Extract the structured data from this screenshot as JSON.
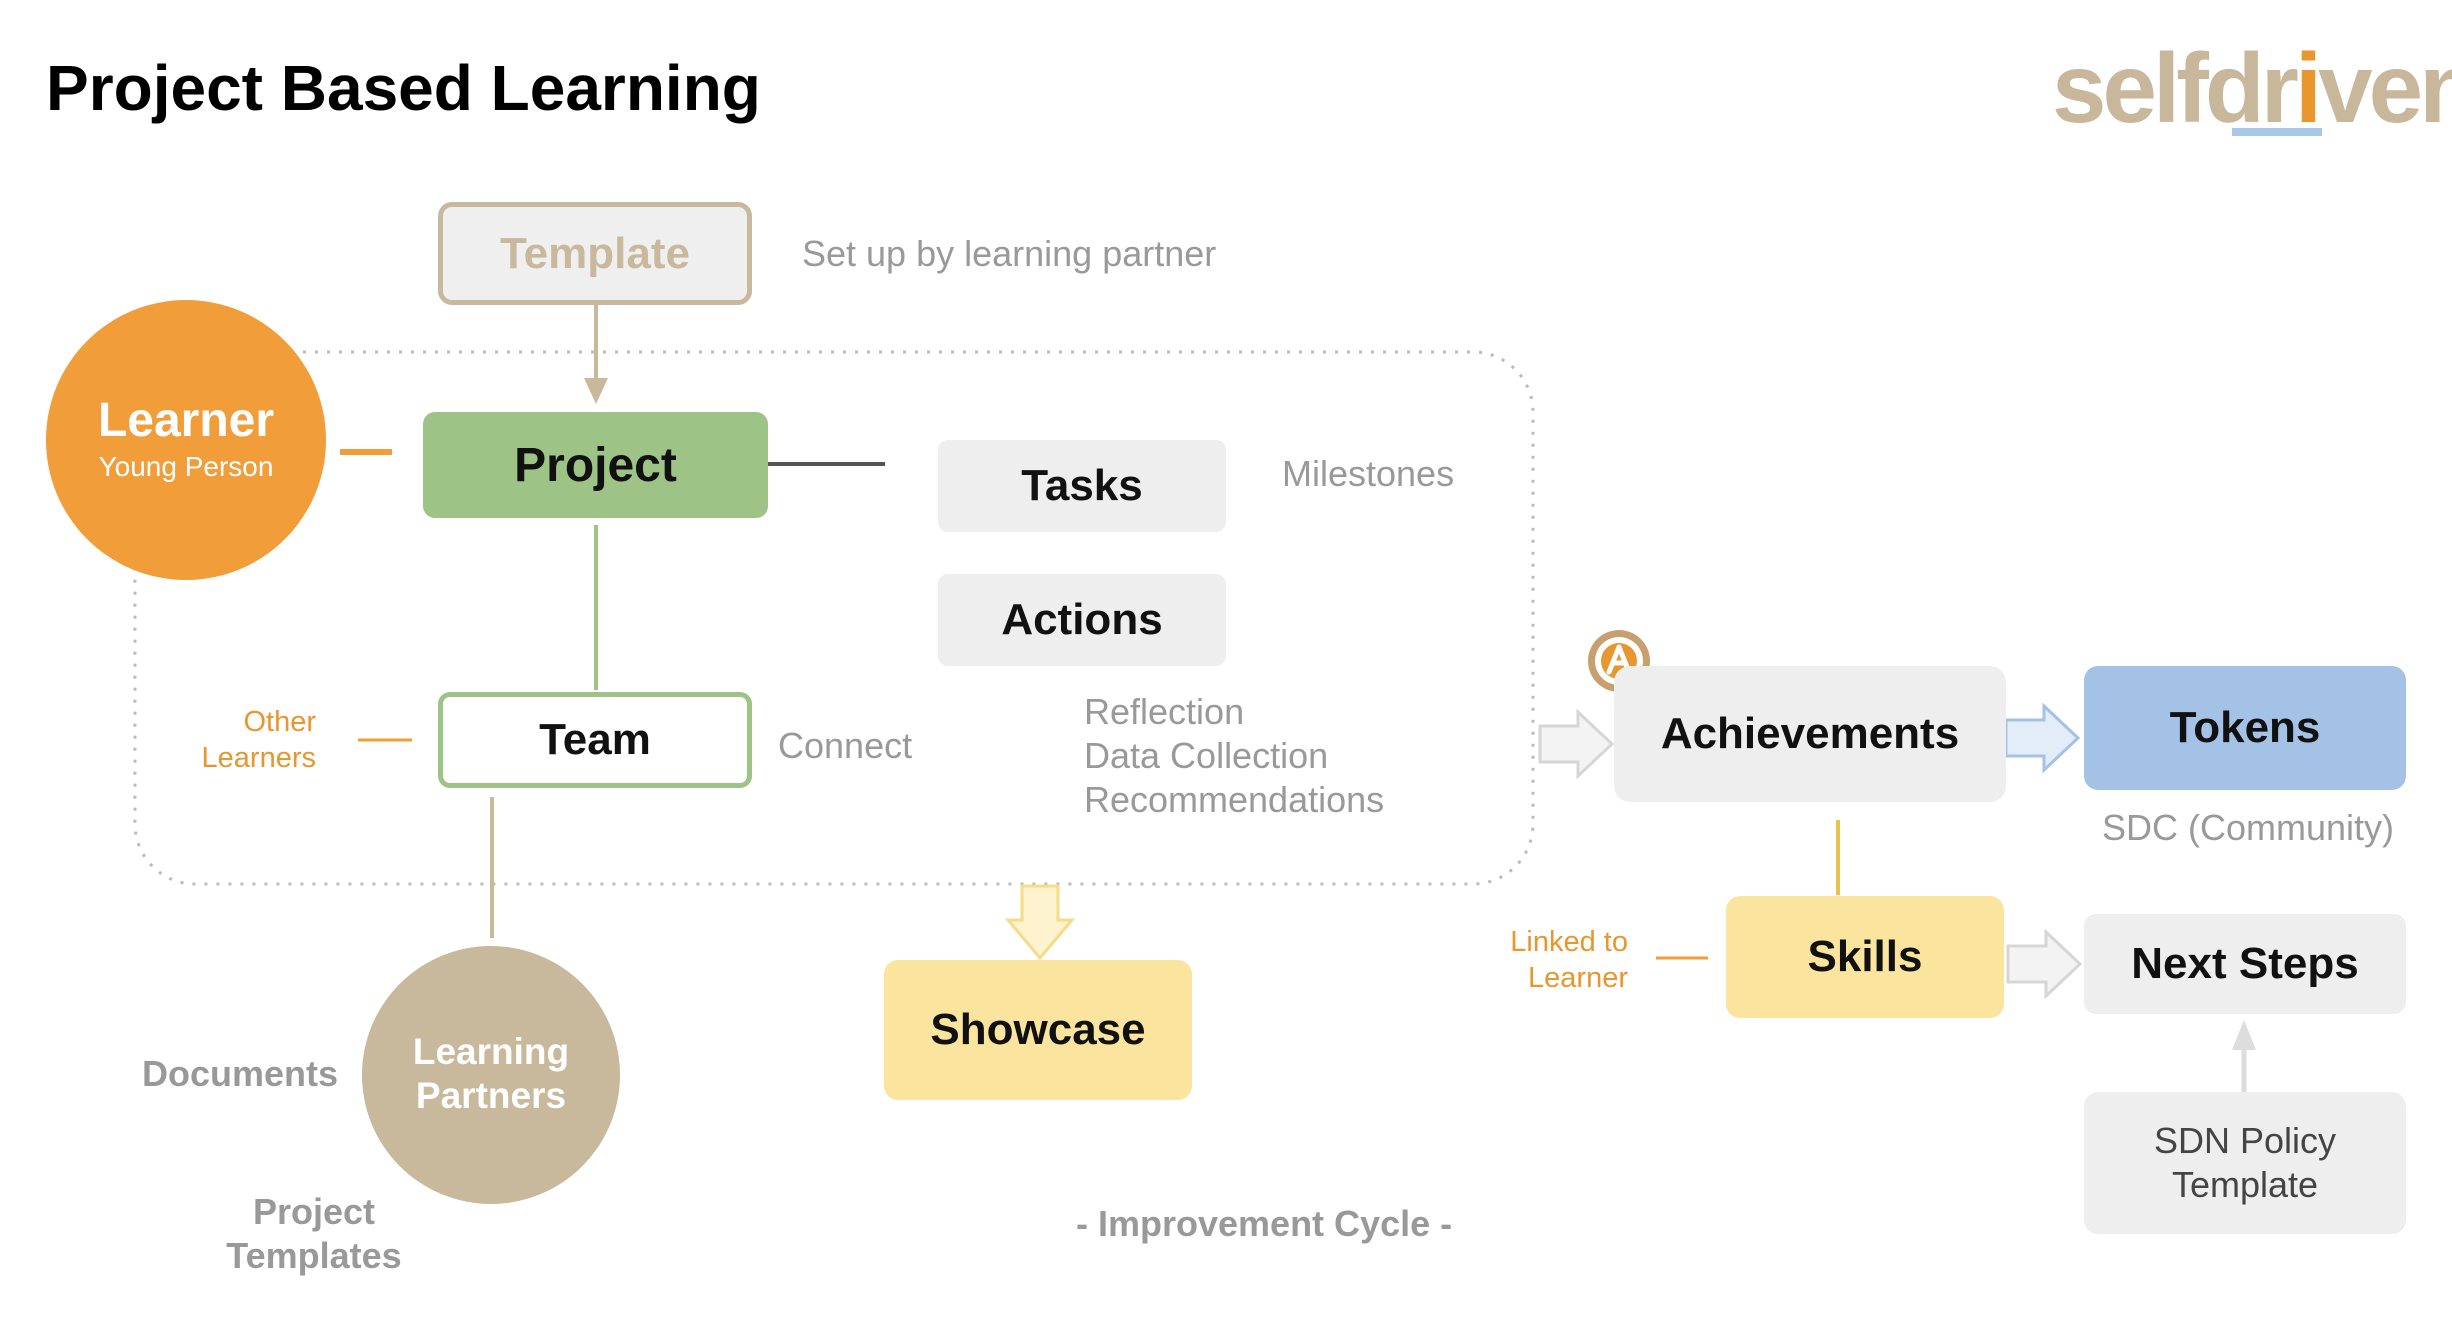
{
  "title": "Project Based Learning",
  "logo": {
    "text_left": "selfdr",
    "text_i": "i",
    "text_right": "ven",
    "color": "#c9b79c",
    "accent": "#e8962e",
    "underline": "#a8c8e8"
  },
  "template": {
    "label": "Template",
    "note": "Set up by learning partner"
  },
  "learner": {
    "title": "Learner",
    "subtitle": "Young Person"
  },
  "project": {
    "label": "Project"
  },
  "tasks": {
    "label": "Tasks",
    "note": "Milestones"
  },
  "actions": {
    "label": "Actions"
  },
  "team": {
    "label": "Team",
    "note": "Connect",
    "side_note_line1": "Other",
    "side_note_line2": "Learners"
  },
  "reflection": {
    "line1": "Reflection",
    "line2": "Data Collection",
    "line3": "Recommendations"
  },
  "learning_partners": {
    "line1": "Learning",
    "line2": "Partners",
    "documents": "Documents",
    "templates_line1": "Project",
    "templates_line2": "Templates"
  },
  "showcase": {
    "label": "Showcase"
  },
  "improvement_cycle": "- Improvement Cycle -",
  "achievements": {
    "label": "Achievements",
    "badge_icon": "achievement-badge-icon"
  },
  "tokens": {
    "label": "Tokens",
    "note": "SDC (Community)"
  },
  "skills": {
    "label": "Skills",
    "side_note_line1": "Linked to",
    "side_note_line2": "Learner"
  },
  "next_steps": {
    "label": "Next Steps"
  },
  "sdn_policy": {
    "line1": "SDN Policy",
    "line2": "Template"
  },
  "colors": {
    "orange": "#f09d3a",
    "green": "#9dc387",
    "tan": "#c8b89c",
    "gray_box": "#eeeeee",
    "yellow": "#fbe59e",
    "blue": "#a4c2e6",
    "gray_text": "#999999",
    "orange_text": "#e8962e"
  }
}
